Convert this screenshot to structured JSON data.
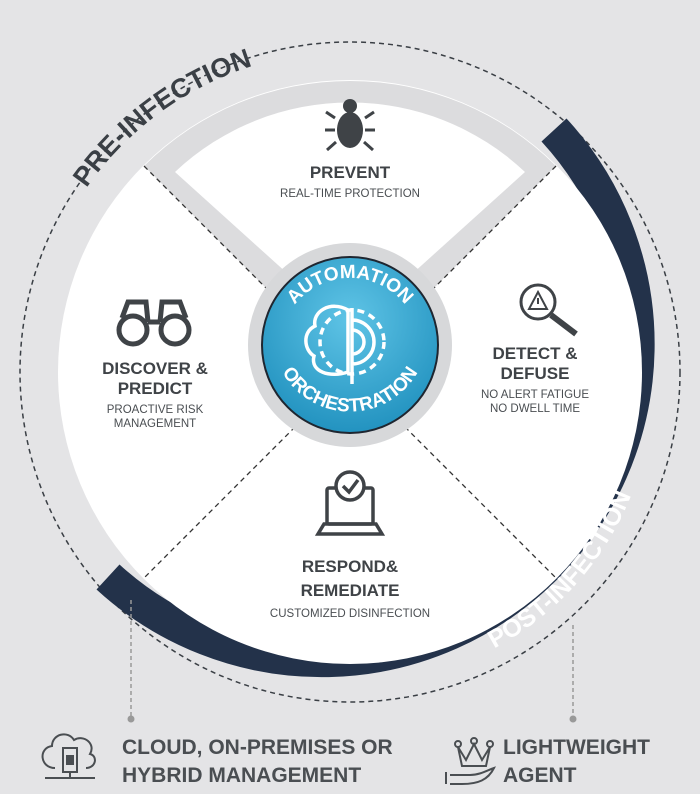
{
  "center": {
    "top": "AUTOMATION",
    "bottom": "ORCHESTRATION"
  },
  "arcs": {
    "pre": "PRE-INFECTION",
    "post": "POST-INFECTION"
  },
  "segments": {
    "prevent": {
      "title": "PREVENT",
      "sub": [
        "REAL-TIME PROTECTION"
      ]
    },
    "discover": {
      "title": [
        "DISCOVER &",
        "PREDICT"
      ],
      "sub": [
        "PROACTIVE RISK",
        "MANAGEMENT"
      ]
    },
    "detect": {
      "title": [
        "DETECT &",
        "DEFUSE"
      ],
      "sub": [
        "NO ALERT FATIGUE",
        "NO DWELL TIME"
      ]
    },
    "respond": {
      "title": [
        "RESPOND&",
        "REMEDIATE"
      ],
      "sub": [
        "CUSTOMIZED DISINFECTION"
      ]
    }
  },
  "footer": {
    "left": [
      "CLOUD, ON-PREMISES OR",
      "HYBRID MANAGEMENT"
    ],
    "right": [
      "LIGHTWEIGHT",
      "AGENT"
    ]
  },
  "colors": {
    "dark": "#23324a",
    "blue": "#2aa6d0",
    "text": "#3f4347"
  }
}
